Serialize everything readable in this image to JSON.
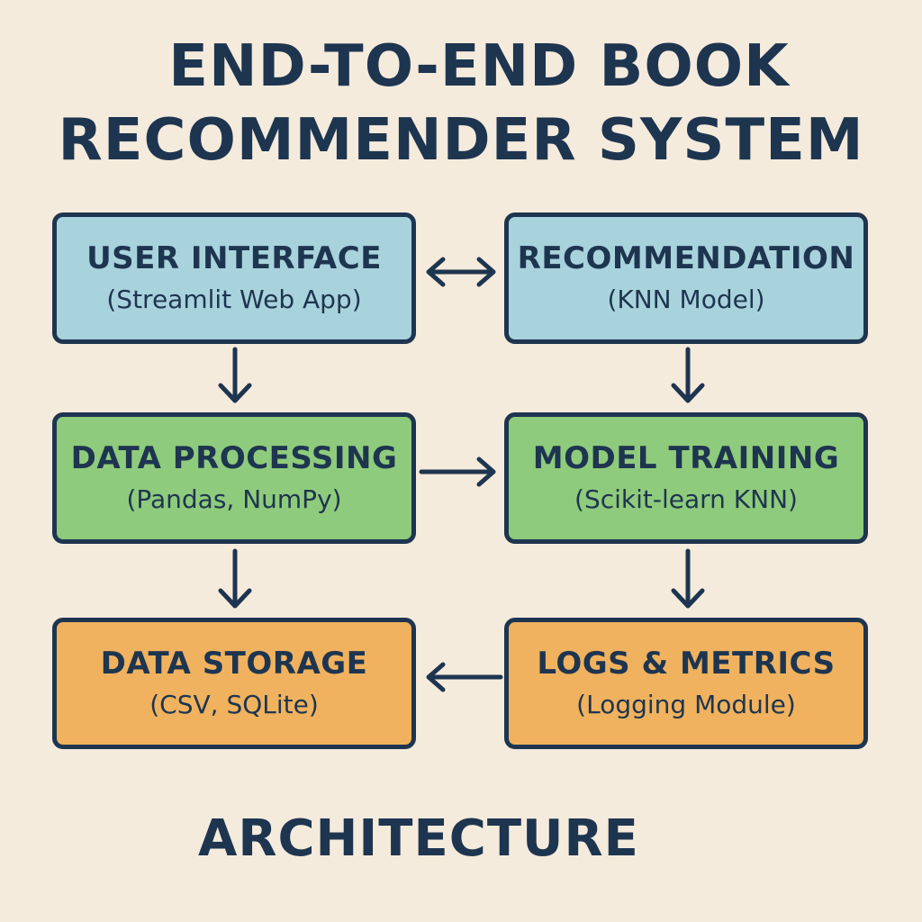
{
  "title": {
    "line1": "END-TO-END BOOK",
    "line2": "RECOMMENDER SYSTEM"
  },
  "boxes": {
    "user_interface": {
      "name": "USER INTERFACE",
      "detail": "(Streamlit Web App)"
    },
    "recommendation": {
      "name": "RECOMMENDATION",
      "detail": "(KNN Model)"
    },
    "data_processing": {
      "name": "DATA PROCESSING",
      "detail": "(Pandas, NumPy)"
    },
    "model_training": {
      "name": "MODEL TRAINING",
      "detail": "(Scikit-learn KNN)"
    },
    "data_storage": {
      "name": "DATA STORAGE",
      "detail": "(CSV, SQLite)"
    },
    "logs_metrics": {
      "name": "LOGS & METRICS",
      "detail": "(Logging Module)"
    }
  },
  "footer": "ARCHITECTURE",
  "colors": {
    "background": "#f5ebdc",
    "ink": "#1e3550",
    "interface_tier": "#a9d3dc",
    "processing_tier": "#8fcb7c",
    "storage_tier": "#f0b25e"
  }
}
